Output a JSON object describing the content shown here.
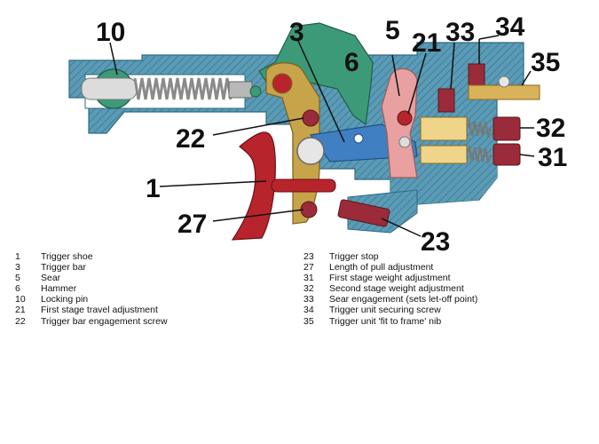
{
  "callouts": [
    "10",
    "3",
    "6",
    "5",
    "21",
    "33",
    "34",
    "35",
    "32",
    "31",
    "22",
    "1",
    "27",
    "23"
  ],
  "legend_left": [
    {
      "num": "1",
      "text": "Trigger shoe"
    },
    {
      "num": "3",
      "text": "Trigger bar"
    },
    {
      "num": "5",
      "text": "Sear"
    },
    {
      "num": "6",
      "text": "Hammer"
    },
    {
      "num": "10",
      "text": "Locking pin"
    },
    {
      "num": "21",
      "text": "First stage travel adjustment"
    },
    {
      "num": "22",
      "text": "Trigger bar engagement screw"
    }
  ],
  "legend_right": [
    {
      "num": "23",
      "text": "Trigger stop"
    },
    {
      "num": "27",
      "text": "Length of pull adjustment"
    },
    {
      "num": "31",
      "text": "First stage weight adjustment"
    },
    {
      "num": "32",
      "text": "Second stage weight adjustment"
    },
    {
      "num": "33",
      "text": "Sear engagement (sets let-off point)"
    },
    {
      "num": "34",
      "text": "Trigger unit securing screw"
    },
    {
      "num": "35",
      "text": "Trigger unit 'fit to frame' nib"
    }
  ],
  "colors": {
    "housing": "#5b9bb5",
    "hatch": "#3f7f99",
    "hammer": "#3d9a78",
    "trigger_bar": "#c7a34a",
    "sear": "#e8a0a0",
    "trigger_shoe": "#b8242c",
    "blue_link": "#3f7fc2",
    "spring_red": "#9b2a3a",
    "brass": "#d9b25a"
  }
}
